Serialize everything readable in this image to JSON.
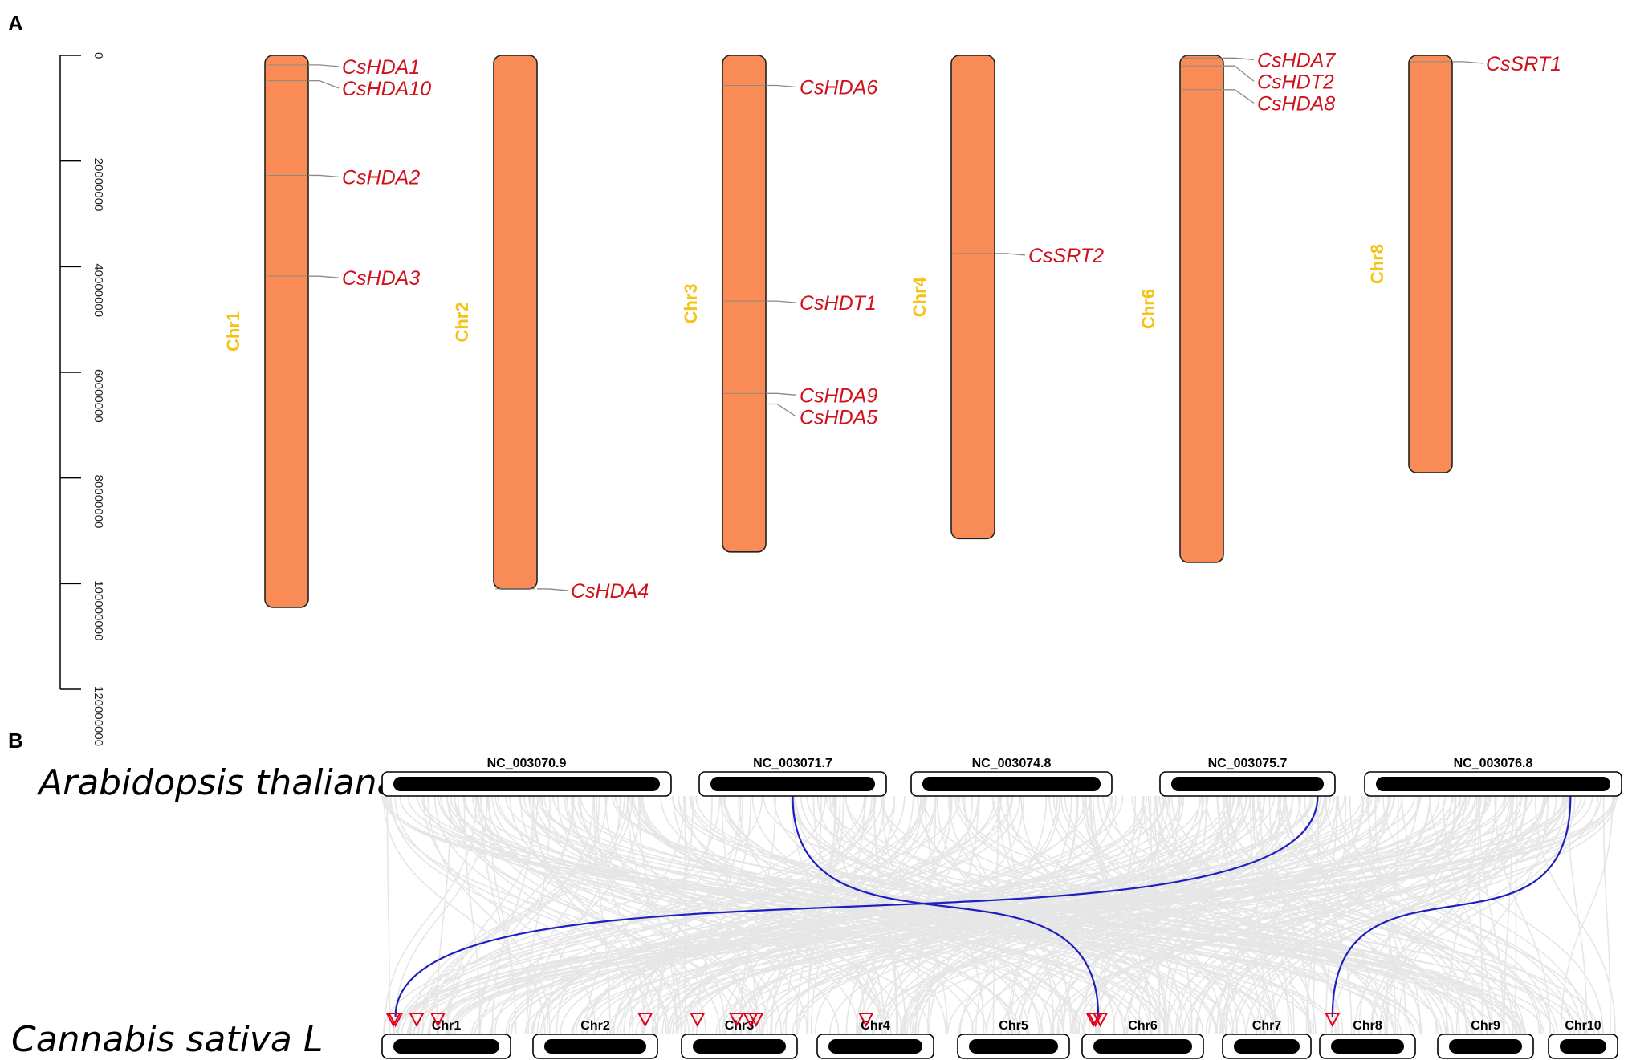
{
  "panel_a": {
    "letter": "A",
    "scale": {
      "max": 120000000,
      "ticks": [
        0,
        20000000,
        40000000,
        60000000,
        80000000,
        100000000,
        120000000
      ],
      "tick_labels": [
        "0",
        "20000000",
        "40000000",
        "60000000",
        "80000000",
        "100000000",
        "120000000"
      ]
    },
    "colors": {
      "chromosome": "#f98b56",
      "chr_label": "#f5c216",
      "gene_label": "#d0101b",
      "leader": "#8a8a8a"
    },
    "chromosomes": [
      {
        "name": "Chr1",
        "length": 104500000,
        "genes": [
          {
            "name": "CsHDA1",
            "pos": 1800000
          },
          {
            "name": "CsHDA10",
            "pos": 4800000
          },
          {
            "name": "CsHDA2",
            "pos": 22700000
          },
          {
            "name": "CsHDA3",
            "pos": 41800000
          }
        ]
      },
      {
        "name": "Chr2",
        "length": 101000000,
        "genes": [
          {
            "name": "CsHDA4",
            "pos": 101000000
          }
        ]
      },
      {
        "name": "Chr3",
        "length": 94000000,
        "genes": [
          {
            "name": "CsHDA6",
            "pos": 5700000
          },
          {
            "name": "CsHDT1",
            "pos": 46500000
          },
          {
            "name": "CsHDA9",
            "pos": 64000000
          },
          {
            "name": "CsHDA5",
            "pos": 66000000
          }
        ]
      },
      {
        "name": "Chr4",
        "length": 91500000,
        "genes": [
          {
            "name": "CsSRT2",
            "pos": 37500000
          }
        ]
      },
      {
        "name": "Chr6",
        "length": 96000000,
        "genes": [
          {
            "name": "CsHDA7",
            "pos": 500000
          },
          {
            "name": "CsHDT2",
            "pos": 2000000
          },
          {
            "name": "CsHDA8",
            "pos": 6500000
          }
        ]
      },
      {
        "name": "Chr8",
        "length": 79000000,
        "genes": [
          {
            "name": "CsSRT1",
            "pos": 1200000
          }
        ]
      }
    ]
  },
  "panel_b": {
    "letter": "B",
    "species_top": "Arabidopsis thaliana",
    "species_bottom": "Cannabis sativa L",
    "colors": {
      "synteny_bg": "#e3e3e3",
      "highlight": "#1f1fc0",
      "marker": "#e3001b"
    },
    "top_chromosomes": [
      "NC_003070.9",
      "NC_003071.7",
      "NC_003074.8",
      "NC_003075.7",
      "NC_003076.8"
    ],
    "bottom_chromosomes": [
      "Chr1",
      "Chr2",
      "Chr3",
      "Chr4",
      "Chr5",
      "Chr6",
      "Chr7",
      "Chr8",
      "Chr9",
      "Chr10"
    ],
    "highlighted_links": [
      {
        "from": "NC_003071.7",
        "from_frac": 0.5,
        "to": "Chr6",
        "to_frac": 0.05
      },
      {
        "from": "NC_003075.7",
        "from_frac": 0.96,
        "to": "Chr1",
        "to_frac": 0.02
      },
      {
        "from": "NC_003076.8",
        "from_frac": 0.83,
        "to": "Chr8",
        "to_frac": 0.02
      }
    ],
    "markers": [
      {
        "chr": "Chr1",
        "frac": 0.0
      },
      {
        "chr": "Chr1",
        "frac": 0.02
      },
      {
        "chr": "Chr1",
        "frac": 0.22
      },
      {
        "chr": "Chr1",
        "frac": 0.42
      },
      {
        "chr": "Chr2",
        "frac": 0.99
      },
      {
        "chr": "Chr3",
        "frac": 0.05
      },
      {
        "chr": "Chr3",
        "frac": 0.47
      },
      {
        "chr": "Chr3",
        "frac": 0.62
      },
      {
        "chr": "Chr3",
        "frac": 0.68
      },
      {
        "chr": "Chr4",
        "frac": 0.4
      },
      {
        "chr": "Chr6",
        "frac": 0.0
      },
      {
        "chr": "Chr6",
        "frac": 0.02
      },
      {
        "chr": "Chr6",
        "frac": 0.07
      },
      {
        "chr": "Chr8",
        "frac": 0.02
      }
    ]
  }
}
